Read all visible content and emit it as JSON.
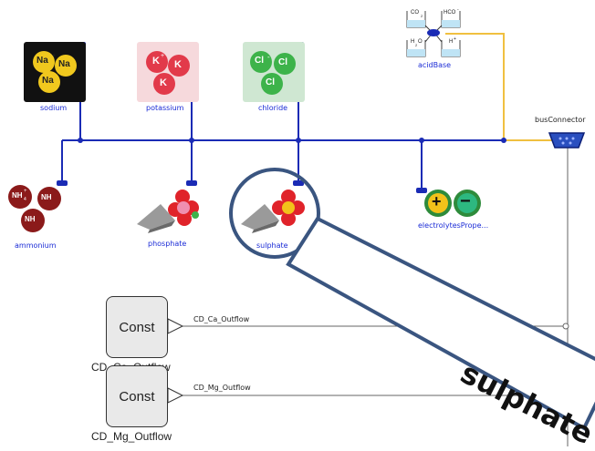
{
  "components": {
    "sodium": {
      "label": "sodium",
      "ion": "Na",
      "charge": "+"
    },
    "potassium": {
      "label": "potassium",
      "ion": "K",
      "charge": "+"
    },
    "chloride": {
      "label": "chloride",
      "ion": "Cl",
      "charge": "-"
    },
    "ammonium": {
      "label": "ammonium",
      "ion": "NH",
      "sub": "4",
      "charge": "+"
    },
    "phosphate": {
      "label": "phosphate"
    },
    "sulphate": {
      "label": "sulphate"
    },
    "acidBase": {
      "label": "acidBase",
      "top_left": "CO",
      "top_left_sub": "2",
      "top_right": "HCO",
      "top_right_sup": "-",
      "bottom_left": "H",
      "bottom_left_sub": "2",
      "bottom_left_tail": "O",
      "bottom_right": "H",
      "bottom_right_sup": "+"
    },
    "electrolytes": {
      "label": "electrolytesPrope...",
      "plus": "+",
      "minus": "−"
    },
    "busConnector": {
      "label": "busConnector"
    }
  },
  "constants": [
    {
      "box_text": "Const",
      "name": "CD_Ca_Outflow",
      "signal": "CD_Ca_Outflow"
    },
    {
      "box_text": "Const",
      "name": "CD_Mg_Outflow",
      "signal": "CD_Mg_Outflow"
    }
  ],
  "callout": {
    "text": "sulphate"
  },
  "colors": {
    "bus": "#1a2bb5",
    "signal_bus": "#f0c040",
    "callout": "#3a5580",
    "sodium_bg": "#111111",
    "potassium_bg": "#f6d9dc",
    "chloride_bg": "#cfe7d2",
    "ammonium": "#8b1a1a"
  }
}
